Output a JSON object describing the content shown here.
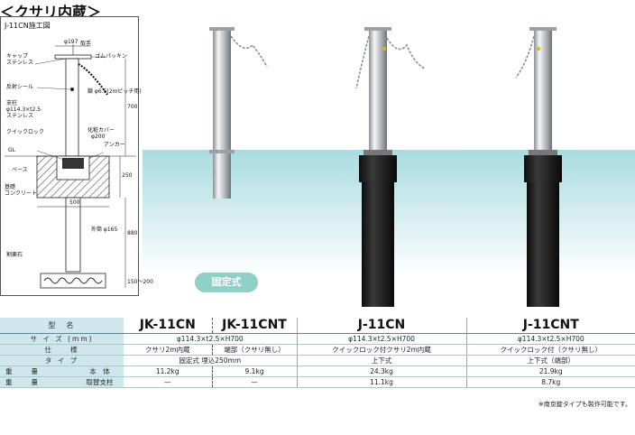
{
  "page_title": "＜クサリ内蔵＞",
  "drawing": {
    "title": "J-11CN施工図",
    "labels": {
      "cap": "キャップ",
      "cap_material": "ステンレス",
      "reflect": "反射シール",
      "post": "支柱",
      "post_size": "φ114.3×t2.5",
      "post_material": "ステンレス",
      "quick_lock": "クイックロック",
      "gl": "GL",
      "base": "ベース",
      "foundation1": "基礎",
      "foundation2": "コンクリート",
      "brick": "割栗石",
      "handle": "取手",
      "dia197": "φ197",
      "rubber": "ゴムパッキン",
      "chain": "鎖 φ6.5(2mピッチ用)",
      "cover": "化粧カバー",
      "dia200": "φ200",
      "anchor": "アンカー",
      "outer": "外筒 φ165",
      "d700": "700",
      "d250": "250",
      "d880": "880",
      "d500": "500",
      "d150": "150～200"
    }
  },
  "badge": "固定式",
  "table": {
    "header_label": "型　名",
    "models": [
      "JK-11CN",
      "JK-11CNT",
      "J-11CN",
      "J-11CNT"
    ],
    "rows": [
      {
        "label": "サ イ ズ (mm)",
        "cells": [
          "φ114.3×t2.5×H700",
          "φ114.3×t2.5×H700",
          "φ114.3×t2.5×H700"
        ]
      },
      {
        "label": "仕　　様",
        "cells": [
          "クサリ2m内蔵",
          "端部（クサリ無し）",
          "クイックロック付クサリ2m内蔵",
          "クイックロック付（クサリ無し）"
        ]
      },
      {
        "label": "タ イ プ",
        "cells": [
          "固定式 埋込250mm",
          "上下式",
          "上下式（端部）"
        ]
      },
      {
        "label": "重　　量",
        "sublabel": "本　体",
        "cells": [
          "11.2kg",
          "9.1kg",
          "24.3kg",
          "21.9kg"
        ]
      },
      {
        "label": "重　　量",
        "sublabel": "取替支柱",
        "cells": [
          "—",
          "—",
          "11.1kg",
          "8.7kg"
        ]
      }
    ]
  },
  "note": "※南京錠タイプも製作可能です。",
  "colors": {
    "table_header_bg": "#cfe6ec",
    "badge_bg": "#8fd0c9",
    "water": "#bfe3e6",
    "sleeve": "#1d1d1d"
  }
}
